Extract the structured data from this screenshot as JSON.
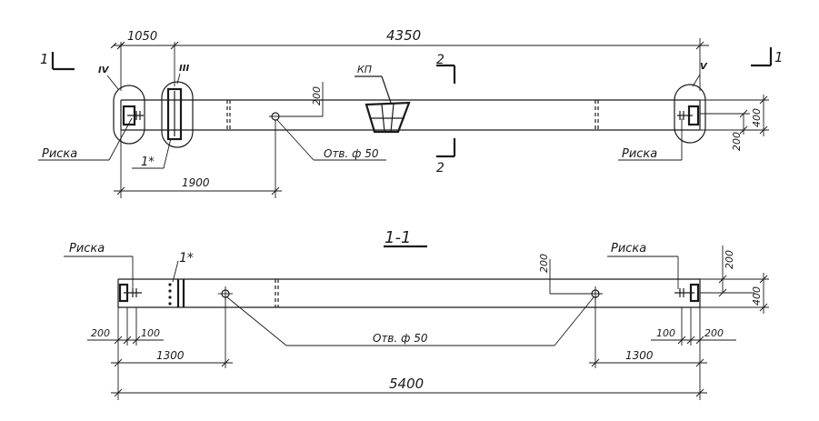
{
  "drawing": {
    "top_view": {
      "section_mark_left": "1",
      "section_mark_right": "1",
      "dim_top_left": "1050",
      "dim_top_main": "4350",
      "callout_iv": "IV",
      "callout_iii": "III",
      "callout_v": "V",
      "section_2_top": "2",
      "section_2_bottom": "2",
      "label_kp": "КП",
      "dim_200_hole": "200",
      "dim_400_right": "400",
      "dim_200_right": "200",
      "label_riska_left": "Риска",
      "label_riska_right": "Риска",
      "label_1star": "1*",
      "label_hole": "Отв. ф 50",
      "dim_1900": "1900"
    },
    "section_view": {
      "title": "1-1",
      "label_riska_left": "Риска",
      "label_riska_right": "Риска",
      "label_1star": "1*",
      "dim_200_hole": "200",
      "dim_200_top_right": "200",
      "dim_400_right": "400",
      "dim_200_left": "200",
      "dim_100_left": "100",
      "dim_100_right": "100",
      "dim_200_right": "200",
      "dim_1300_left": "1300",
      "dim_1300_right": "1300",
      "label_hole": "Отв. ф 50",
      "dim_total": "5400"
    }
  }
}
